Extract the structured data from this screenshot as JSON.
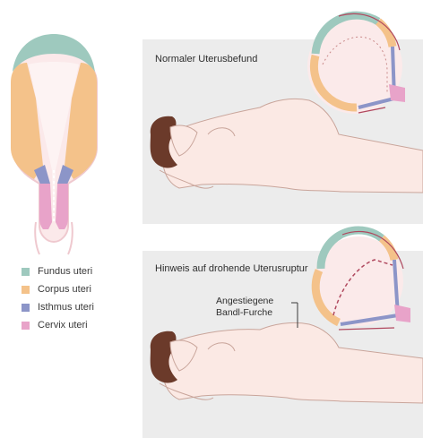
{
  "legend": [
    {
      "label": "Fundus uteri",
      "color": "#9ec9be"
    },
    {
      "label": "Corpus uteri",
      "color": "#f4c28a"
    },
    {
      "label": "Isthmus uteri",
      "color": "#8c95c8"
    },
    {
      "label": "Cervix uteri",
      "color": "#e8a3c9"
    }
  ],
  "panels": {
    "normal": {
      "title": "Normaler Uterusbefund"
    },
    "rupture": {
      "title": "Hinweis auf drohende Uterusruptur",
      "annotation_line1": "Angestiegene",
      "annotation_line2": "Bandl-Furche"
    }
  },
  "colors": {
    "panel_bg": "#ececec",
    "skin": "#fbe9e4",
    "skin_outline": "#c9a59b",
    "hair": "#6b3a2a",
    "uterus_inner": "#fbeaea",
    "arrow": "#b0485e",
    "dashed": "#c98a8a"
  }
}
